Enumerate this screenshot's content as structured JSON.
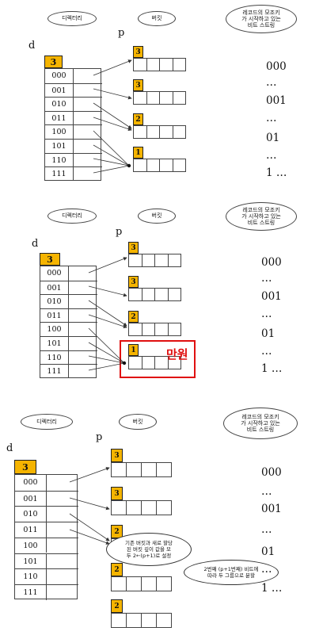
{
  "labels": {
    "directory": "디렉터리",
    "bucket": "버킷",
    "record_bits": "레코드의 모조키\n가 시작하고 있는\n비트 스트링",
    "d": "d",
    "p": "p"
  },
  "global_depth": "3",
  "directory_codes": [
    "000",
    "001",
    "010",
    "011",
    "100",
    "101",
    "110",
    "111"
  ],
  "bit_strings": [
    "000",
    "…",
    "001",
    "…",
    "01",
    "…",
    "1 …"
  ],
  "panels": [
    {
      "local_depths": [
        "3",
        "3",
        "2",
        "1"
      ]
    },
    {
      "local_depths": [
        "3",
        "3",
        "2",
        "1"
      ],
      "overflow_label": "만원"
    },
    {
      "local_depths": [
        "3",
        "3",
        "2",
        "2",
        "2"
      ],
      "callouts": [
        "기존 버킷과 새로 할당\n된 버킷 깊이 값을 모\n두 2←(p+1)로 설정",
        "2번째 (p+1번째) 비트에\n따라 두 그룹으로 분할"
      ]
    }
  ],
  "colors": {
    "depth_fill": "#f5b400",
    "highlight": "#e01010"
  }
}
